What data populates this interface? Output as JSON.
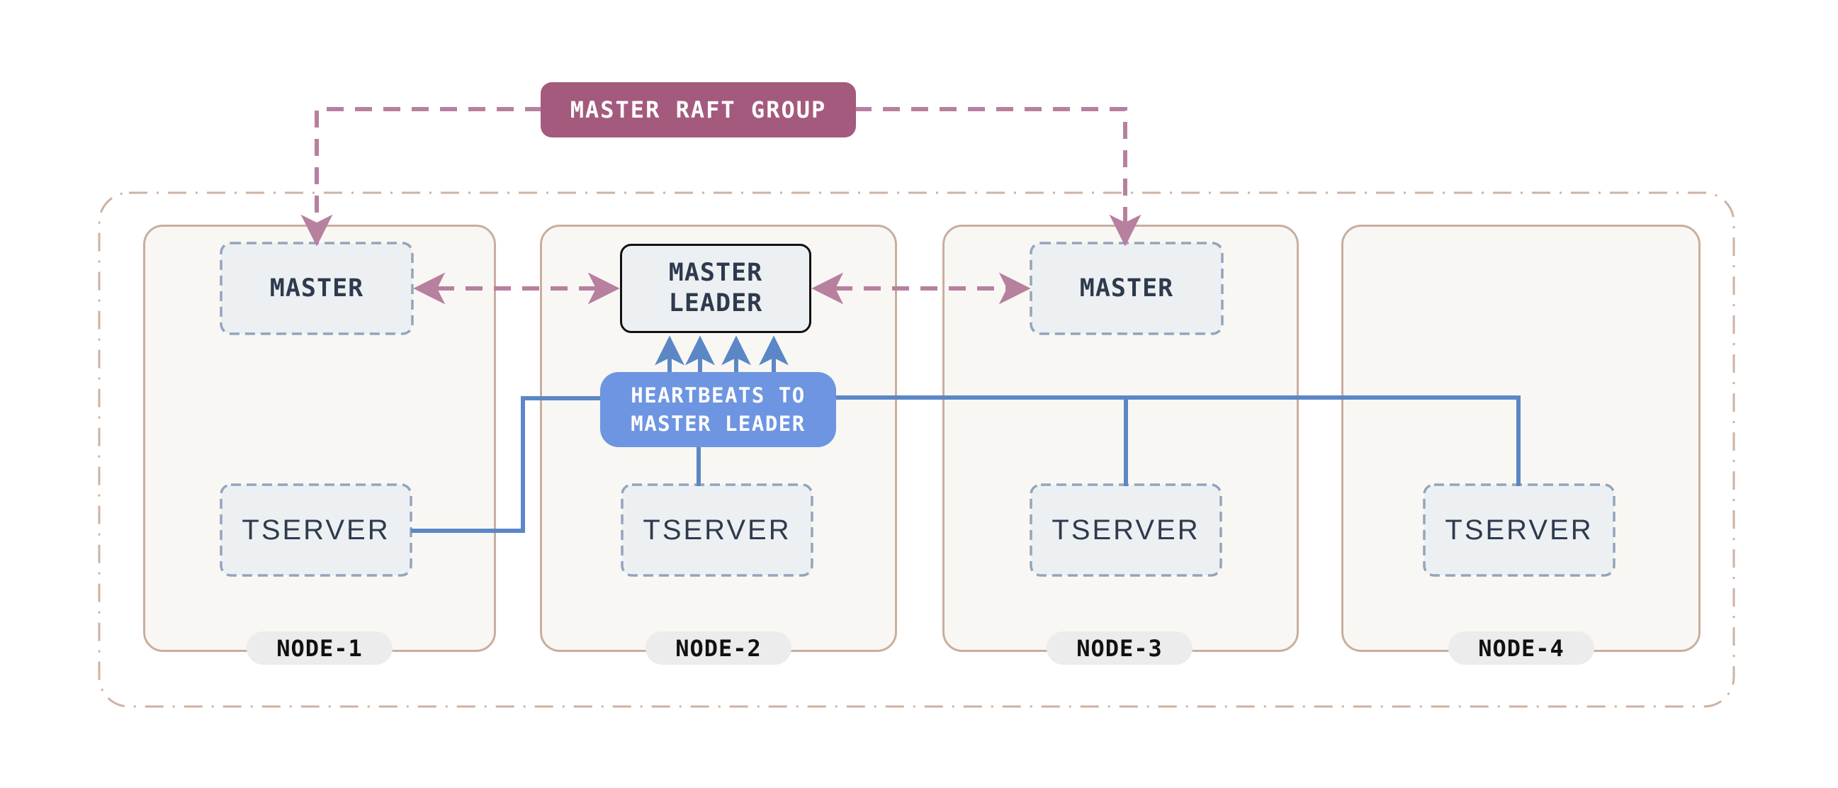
{
  "raft_group": {
    "label": "MASTER RAFT GROUP"
  },
  "master_leader": {
    "line1": "MASTER",
    "line2": "LEADER"
  },
  "heartbeats": {
    "line1": "HEARTBEATS TO",
    "line2": "MASTER LEADER"
  },
  "nodes": [
    {
      "label": "NODE-1",
      "master": "MASTER",
      "tserver": "TSERVER"
    },
    {
      "label": "NODE-2",
      "master": "MASTER LEADER",
      "tserver": "TSERVER"
    },
    {
      "label": "NODE-3",
      "master": "MASTER",
      "tserver": "TSERVER"
    },
    {
      "label": "NODE-4",
      "tserver": "TSERVER"
    }
  ],
  "colors": {
    "bg": "#ffffff",
    "raft-fill": "#a45a7d",
    "raft-dash": "#b7809f",
    "blue-line": "#5b87c6",
    "blue-fill": "#6e95e1",
    "node-border": "#c9ae9e",
    "outer-border": "#ccb3a3",
    "node-fill": "#f9f7f4",
    "box-fill": "#edf0f2",
    "box-border": "#92a5bb",
    "leader-border": "#111111",
    "text-dark": "#2e3a4d",
    "pill-fill": "#ececec",
    "pill-text": "#111111"
  }
}
